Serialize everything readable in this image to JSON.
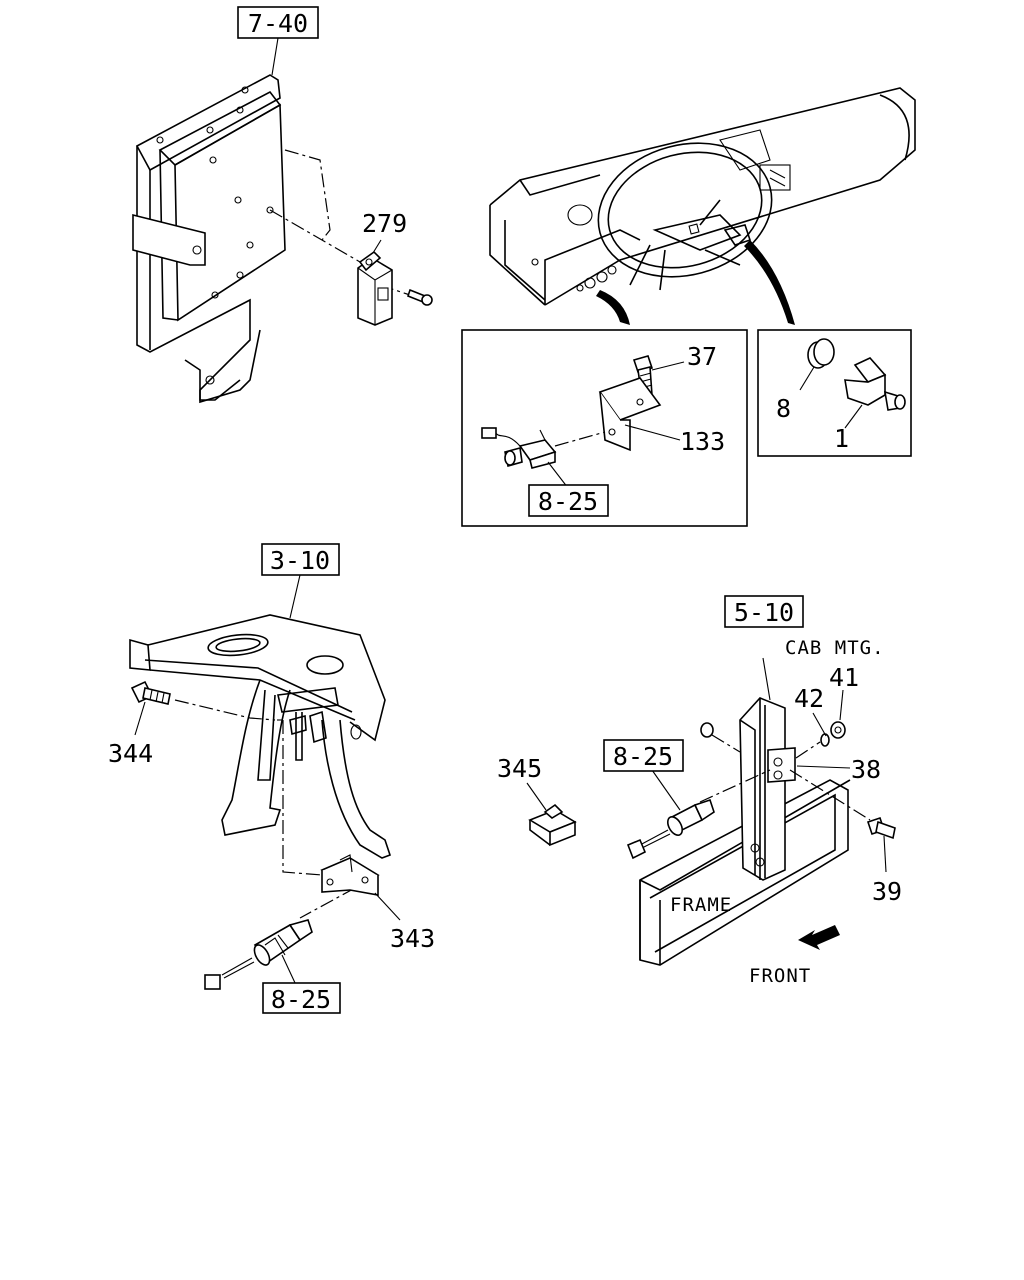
{
  "refs": {
    "r740": "7-40",
    "r825a": "8-25",
    "r310": "3-10",
    "r510": "5-10",
    "r825b": "8-25",
    "r825c": "8-25"
  },
  "parts": {
    "p279": "279",
    "p37": "37",
    "p133": "133",
    "p8": "8",
    "p1": "1",
    "p344": "344",
    "p343": "343",
    "p345": "345",
    "p42": "42",
    "p41": "41",
    "p38": "38",
    "p39": "39"
  },
  "texts": {
    "cab_mtg": "CAB MTG.",
    "frame": "FRAME",
    "front": "FRONT"
  }
}
